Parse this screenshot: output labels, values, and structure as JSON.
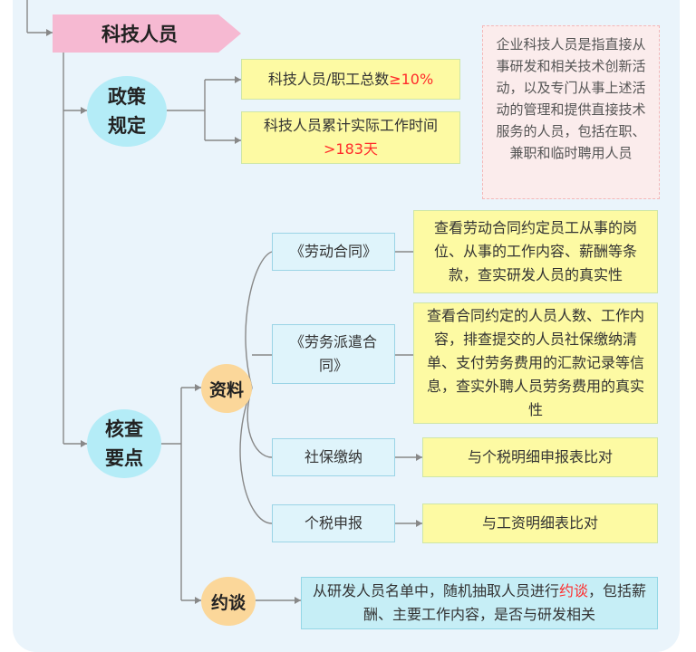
{
  "root": {
    "label": "科技人员"
  },
  "definition": "企业科技人员是指直接从事研发和相关技术创新活动，以及专门从事上述活动的管理和提供直接技术服务的人员，包括在职、兼职和临时聘用人员",
  "policy": {
    "label": "政策规定",
    "items": [
      {
        "prefix": "科技人员/职工总数",
        "highlight": "≥10%"
      },
      {
        "prefix": "科技人员累计实际工作时间",
        "highlight": ">183天"
      }
    ]
  },
  "check": {
    "label": "核查要点",
    "materials": {
      "label": "资料",
      "items": [
        {
          "name": "《劳动合同》",
          "detail": "查看劳动合同约定员工从事的岗位、从事的工作内容、薪酬等条款，查实研发人员的真实性"
        },
        {
          "name": "《劳务派遣合同》",
          "detail": "查看合同约定的人员人数、工作内容，排查提交的人员社保缴纳清单、支付劳务费用的汇款记录等信息，查实外聘人员劳务费用的真实性"
        },
        {
          "name": "社保缴纳",
          "detail": "与个税明细申报表比对"
        },
        {
          "name": "个税申报",
          "detail": "与工资明细表比对"
        }
      ]
    },
    "interview": {
      "label": "约谈",
      "text_before": "从研发人员名单中，随机抽取人员进行",
      "text_highlight": "约谈",
      "text_after": "，包括薪酬、主要工作内容，是否与研发相关"
    }
  },
  "colors": {
    "line": "#888888",
    "yellow": "#fdfaa3",
    "cyan": "#c6eef6",
    "orange": "#fbd79a",
    "pink": "#f6b9d2",
    "highlight": "#ff2b2b"
  }
}
